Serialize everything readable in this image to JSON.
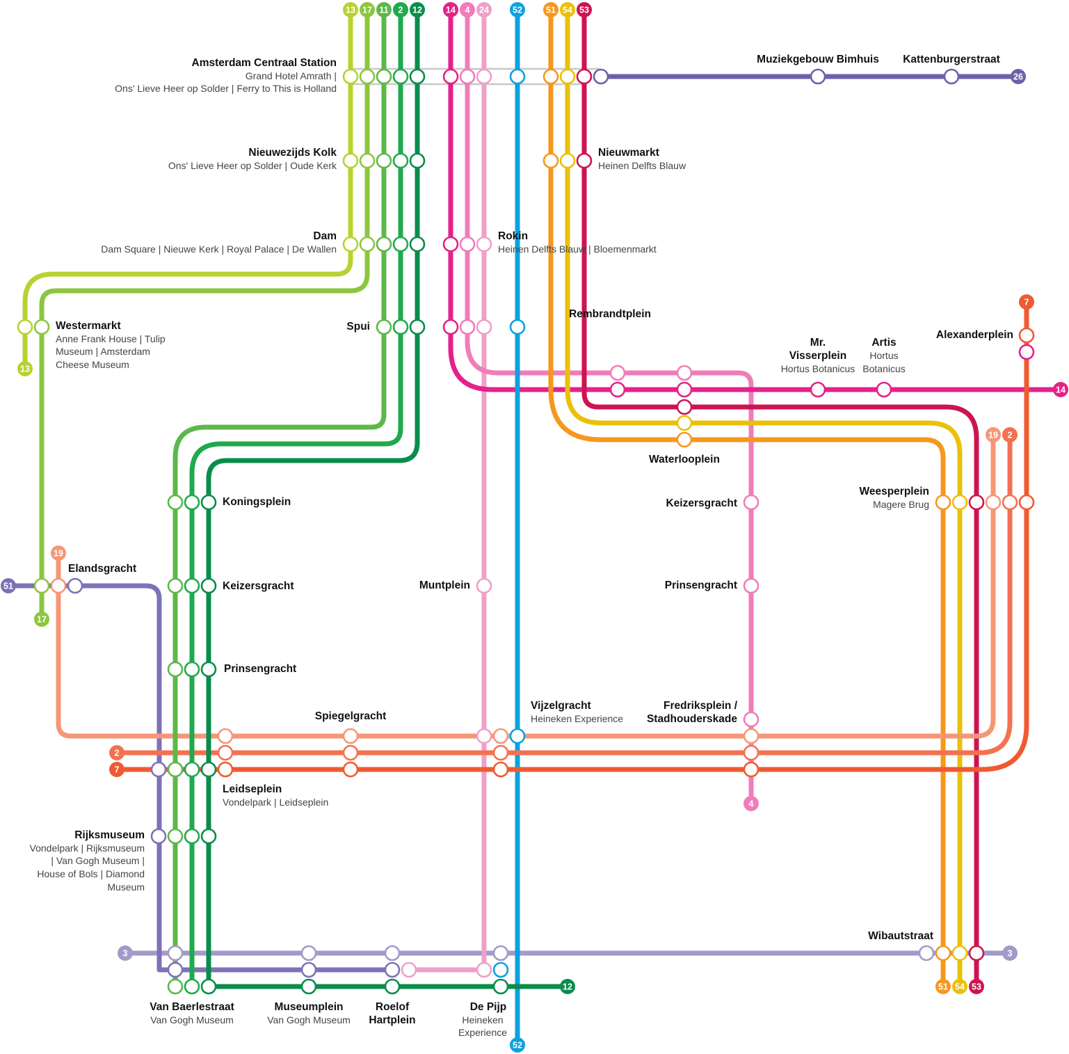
{
  "colors": {
    "l13": "#b7d32f",
    "l17": "#8cc63e",
    "l11": "#5db84a",
    "l2line": "#1faa4e",
    "l12": "#0a8c4d",
    "l14": "#e5218a",
    "l4": "#f07cba",
    "l24": "#eea0c8",
    "l52": "#0ba2e0",
    "l51": "#f6971e",
    "l54": "#e9c10a",
    "l53": "#cc1550",
    "l26": "#6a62ab",
    "l7": "#f05a32",
    "l19": "#f59777",
    "l2": "#f37151",
    "l3": "#a29ac9",
    "l51w": "#7d72b8",
    "connector": "#c8c8c8"
  },
  "terminals": [
    {
      "text": "13",
      "color": "l13"
    },
    {
      "text": "17",
      "color": "l17"
    },
    {
      "text": "11",
      "color": "l11"
    },
    {
      "text": "2",
      "color": "l2line"
    },
    {
      "text": "12",
      "color": "l12"
    },
    {
      "text": "14",
      "color": "l14"
    },
    {
      "text": "4",
      "color": "l4"
    },
    {
      "text": "24",
      "color": "l24"
    },
    {
      "text": "52",
      "color": "l52"
    },
    {
      "text": "51",
      "color": "l51"
    },
    {
      "text": "54",
      "color": "l54"
    },
    {
      "text": "53",
      "color": "l53"
    },
    {
      "text": "26",
      "color": "l26"
    },
    {
      "text": "7",
      "color": "l7"
    },
    {
      "text": "14",
      "color": "l14"
    },
    {
      "text": "13",
      "color": "l13"
    },
    {
      "text": "17",
      "color": "l17"
    },
    {
      "text": "51",
      "color": "l51w"
    },
    {
      "text": "19",
      "color": "l19"
    },
    {
      "text": "19",
      "color": "l19"
    },
    {
      "text": "2",
      "color": "l2"
    },
    {
      "text": "4",
      "color": "l4"
    },
    {
      "text": "2",
      "color": "l2"
    },
    {
      "text": "7",
      "color": "l7"
    },
    {
      "text": "3",
      "color": "l3"
    },
    {
      "text": "3",
      "color": "l3"
    },
    {
      "text": "12",
      "color": "l12"
    },
    {
      "text": "51",
      "color": "l51"
    },
    {
      "text": "54",
      "color": "l54"
    },
    {
      "text": "53",
      "color": "l53"
    },
    {
      "text": "52",
      "color": "l52"
    }
  ],
  "stations": {
    "centraal": {
      "name": "Amsterdam Centraal Station",
      "sub1": "Grand Hotel Amrath  |",
      "sub2": "Ons' Lieve Heer op Solder  |  Ferry to This is Holland"
    },
    "muziekgebouw": {
      "name": "Muziekgebouw Bimhuis"
    },
    "kattenburger": {
      "name": "Kattenburgerstraat"
    },
    "nieuwezijds": {
      "name": "Nieuwezijds Kolk",
      "sub1": "Ons' Lieve Heer op Solder  |  Oude Kerk"
    },
    "nieuwmarkt": {
      "name": "Nieuwmarkt",
      "sub1": "Heinen Delfts Blauw"
    },
    "dam": {
      "name": "Dam",
      "sub1": "Dam Square  |  Nieuwe Kerk  |  Royal Palace  |  De Wallen"
    },
    "rokin": {
      "name": "Rokin",
      "sub1": "Heinen Delfts Blauw  |  Bloemenmarkt"
    },
    "westermarkt": {
      "name": "Westermarkt",
      "sub1": "Anne Frank House  |  Tulip",
      "sub2": "Museum  |  Amsterdam",
      "sub3": "Cheese Museum"
    },
    "spui": {
      "name": "Spui"
    },
    "rembrandtplein": {
      "name": "Rembrandtplein"
    },
    "visserplein": {
      "name1": "Mr.",
      "name2": "Visserplein",
      "sub1": "Hortus Botanicus"
    },
    "artis": {
      "name": "Artis",
      "sub1": "Hortus",
      "sub2": "Botanicus"
    },
    "alexanderplein": {
      "name": "Alexanderplein"
    },
    "waterlooplein": {
      "name": "Waterlooplein"
    },
    "weesperplein": {
      "name": "Weesperplein",
      "sub1": "Magere Brug"
    },
    "koningsplein": {
      "name": "Koningsplein"
    },
    "keizersgracht_w": {
      "name": "Keizersgracht"
    },
    "keizersgracht_e": {
      "name": "Keizersgracht"
    },
    "elandsgracht": {
      "name": "Elandsgracht"
    },
    "muntplein": {
      "name": "Muntplein"
    },
    "prinsengracht_e": {
      "name": "Prinsengracht"
    },
    "prinsengracht_w": {
      "name": "Prinsengracht"
    },
    "spiegelgracht": {
      "name": "Spiegelgracht"
    },
    "vijzelgracht": {
      "name": "Vijzelgracht",
      "sub1": "Heineken Experience"
    },
    "fredriksplein": {
      "name1": "Fredriksplein /",
      "name2": "Stadhouderskade"
    },
    "leidseplein": {
      "name": "Leidseplein",
      "sub1": "Vondelpark  |  Leidseplein"
    },
    "rijksmuseum": {
      "name": "Rijksmuseum",
      "sub1": "Vondelpark  |  Rijksmuseum",
      "sub2": "|  Van Gogh Museum  |",
      "sub3": "House of Bols  |  Diamond",
      "sub4": "Museum"
    },
    "wibautstraat": {
      "name": "Wibautstraat"
    },
    "vanbaerle": {
      "name": "Van Baerlestraat",
      "sub1": "Van Gogh Museum"
    },
    "museumplein": {
      "name": "Museumplein",
      "sub1": "Van Gogh Museum"
    },
    "roelof": {
      "name1": "Roelof",
      "name2": "Hartplein"
    },
    "depijp": {
      "name": "De Pijp",
      "sub1": "Heineken",
      "sub2": "Experience"
    }
  }
}
